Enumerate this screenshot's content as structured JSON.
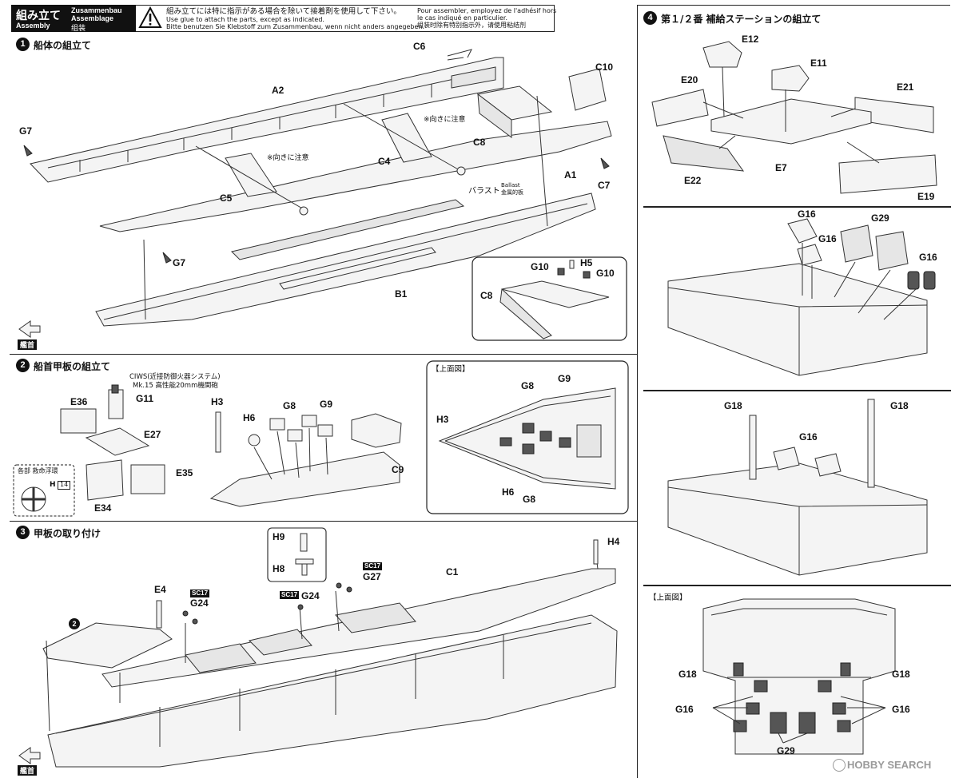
{
  "header": {
    "title_jp": "組み立て",
    "title_en": "Assembly",
    "title_de": "Zusammenbau",
    "title_fr": "Assemblage",
    "title_cn": "组装",
    "note_jp": "組み立てには特に指示がある場合を除いて接着剤を使用して下さい。",
    "note_en": "Use glue to attach the parts, except as indicated.",
    "note_de": "Bitte benutzen Sie Klebstoff zum Zusammenbau, wenn nicht anders angegeben.",
    "note_fr1": "Pour assembler, employez de l'adhésif hors",
    "note_fr2": "le cas indiqué en particulier.",
    "note_cn": "组装时除有特别指示外，请使用粘结剂"
  },
  "step1": {
    "num": "1",
    "title": "船体の組立て",
    "labels": [
      "C6",
      "C10",
      "A2",
      "G7",
      "C8",
      "C4",
      "C5",
      "A1",
      "C7",
      "G7",
      "B1"
    ],
    "caution1": "※向きに注意",
    "caution2": "※向きに注意",
    "ballast_jp": "バラスト",
    "ballast_en": "Ballast",
    "ballast_cn": "金属的板",
    "inset_labels": [
      "G10",
      "H5",
      "G10",
      "C8"
    ],
    "bow": "艦首"
  },
  "step2": {
    "num": "2",
    "title": "船首甲板の組立て",
    "ciws1": "CIWS(近接防御火器システム)",
    "ciws2": "Mk.15 高性能20mm機関砲",
    "labels": [
      "G11",
      "E36",
      "E27",
      "E35",
      "E34",
      "H3",
      "H6",
      "G8",
      "G9",
      "C9"
    ],
    "paint_note": "各部 救命浮環",
    "paint_code": "H",
    "paint_num": "14",
    "top_view": "【上面図】",
    "top_labels": [
      "G8",
      "G9",
      "H3",
      "H6",
      "G8"
    ]
  },
  "step3": {
    "num": "3",
    "title": "甲板の取り付け",
    "labels": [
      "H9",
      "H8",
      "H4",
      "C1",
      "G27",
      "E4",
      "G24",
      "G24"
    ],
    "badge": "SC17",
    "ref": "2",
    "bow": "艦首"
  },
  "step4": {
    "num": "4",
    "title": "第１/２番 補給ステーションの組立て",
    "labels": [
      "E12",
      "E11",
      "E20",
      "E21",
      "E22",
      "E7",
      "E19"
    ],
    "mid_labels": [
      "G16",
      "G29",
      "G16",
      "G16"
    ],
    "low_labels": [
      "G18",
      "G18",
      "G16"
    ],
    "top_view": "【上面図】",
    "top_labels": [
      "G18",
      "G18",
      "G16",
      "G16",
      "G29"
    ]
  },
  "watermark": "HOBBY SEARCH"
}
